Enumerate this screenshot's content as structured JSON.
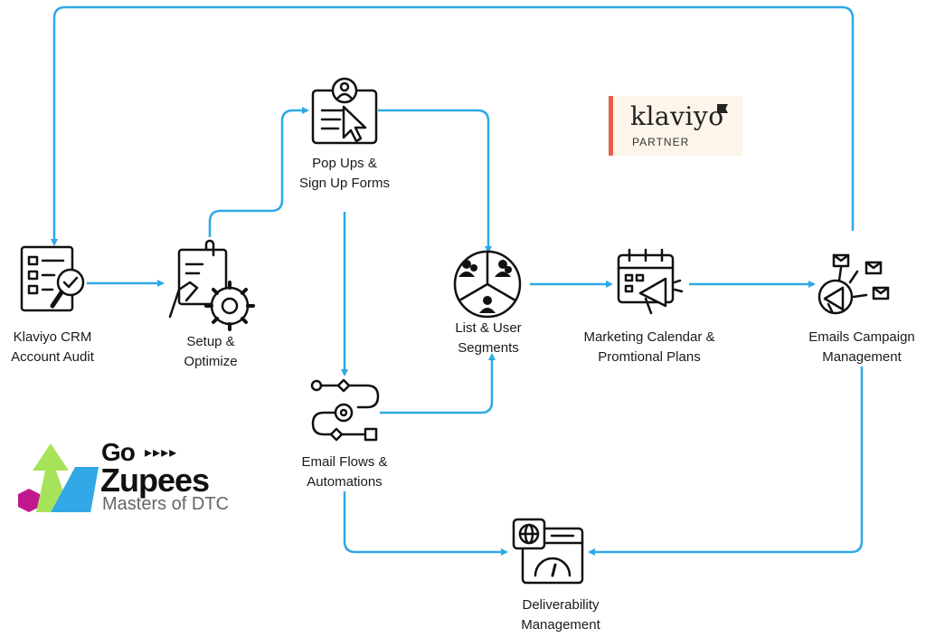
{
  "nodes": {
    "audit": {
      "line1": "Klaviyo CRM",
      "line2": "Account Audit"
    },
    "setup": {
      "line1": "Setup &",
      "line2": "Optimize"
    },
    "popups": {
      "line1": "Pop Ups &",
      "line2": "Sign Up Forms"
    },
    "segments": {
      "line1": "List & User",
      "line2": "Segments"
    },
    "calendar": {
      "line1": "Marketing Calendar &",
      "line2": "Promtional Plans"
    },
    "campaign": {
      "line1": "Emails Campaign",
      "line2": "Management"
    },
    "flows": {
      "line1": "Email Flows &",
      "line2": "Automations"
    },
    "deliverability": {
      "line1": "Deliverability",
      "line2": "Management"
    }
  },
  "partner_badge": {
    "brand": "klaviyo",
    "tag": "PARTNER"
  },
  "brand_logo": {
    "go": "Go",
    "arrows": "▸▸▸▸",
    "name": "Zupees",
    "tagline": "Masters of DTC"
  },
  "colors": {
    "connector": "#2ea8e6",
    "partner_accent": "#e8604c",
    "logo_green": "#a6e35a",
    "logo_blue": "#32a8e6",
    "logo_magenta": "#c2188f"
  }
}
